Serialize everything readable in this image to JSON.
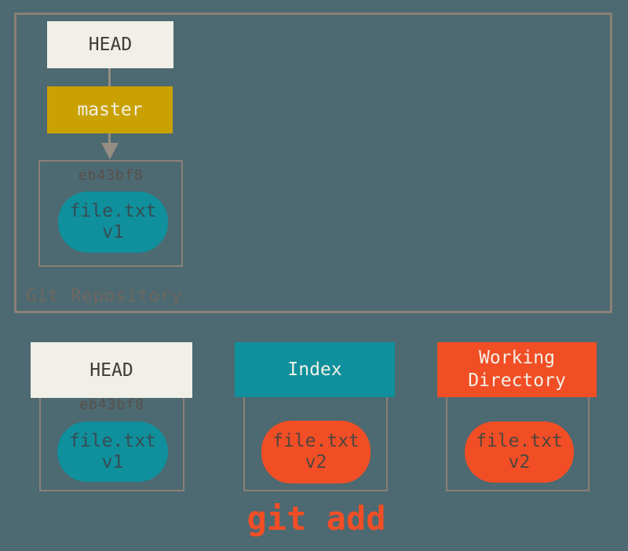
{
  "colors": {
    "background": "#4d6971",
    "outline": "#8a8177",
    "arrow": "#968d83",
    "offwhite": "#f0efe8",
    "gold": "#c9a100",
    "teal": "#0f909c",
    "orange": "#f14e26",
    "dark_text": "#403a35",
    "sha_text": "#57504a",
    "repo_label_text": "#6e6860",
    "teal_blob_text": "#374d54",
    "orange_blob_text": "#4f463e",
    "light_text": "#f2f0e6"
  },
  "repository": {
    "label": "Git Repository",
    "head_pointer": "HEAD",
    "branch": "master",
    "commit": {
      "sha": "eb43bf8",
      "file": "file.txt",
      "version": "v1"
    }
  },
  "areas": {
    "head": {
      "title": "HEAD",
      "sha": "eb43bf8",
      "file": "file.txt",
      "version": "v1"
    },
    "index": {
      "title": "Index",
      "file": "file.txt",
      "version": "v2"
    },
    "working_directory": {
      "title": "Working Directory",
      "file": "file.txt",
      "version": "v2"
    }
  },
  "command": {
    "label": "git add"
  }
}
